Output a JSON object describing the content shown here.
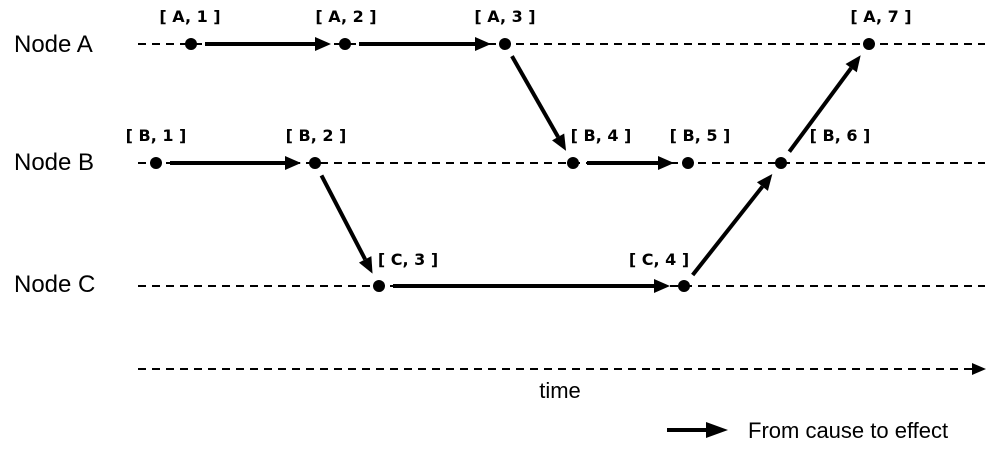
{
  "nodes": [
    {
      "id": "A",
      "label": "Node A"
    },
    {
      "id": "B",
      "label": "Node B"
    },
    {
      "id": "C",
      "label": "Node C"
    }
  ],
  "events": [
    {
      "id": "A1",
      "node": "A",
      "label": "[ A, 1 ]"
    },
    {
      "id": "A2",
      "node": "A",
      "label": "[ A, 2 ]"
    },
    {
      "id": "A3",
      "node": "A",
      "label": "[ A, 3 ]"
    },
    {
      "id": "A7",
      "node": "A",
      "label": "[ A, 7 ]"
    },
    {
      "id": "B1",
      "node": "B",
      "label": "[ B, 1 ]"
    },
    {
      "id": "B2",
      "node": "B",
      "label": "[ B, 2 ]"
    },
    {
      "id": "B4",
      "node": "B",
      "label": "[ B, 4 ]"
    },
    {
      "id": "B5",
      "node": "B",
      "label": "[ B, 5 ]"
    },
    {
      "id": "B6",
      "node": "B",
      "label": "[ B, 6 ]"
    },
    {
      "id": "C3",
      "node": "C",
      "label": "[ C, 3 ]"
    },
    {
      "id": "C4",
      "node": "C",
      "label": "[ C, 4 ]"
    }
  ],
  "edges": [
    {
      "from": "A1",
      "to": "A2"
    },
    {
      "from": "A2",
      "to": "A3"
    },
    {
      "from": "A3",
      "to": "B4"
    },
    {
      "from": "B1",
      "to": "B2"
    },
    {
      "from": "B2",
      "to": "C3"
    },
    {
      "from": "B4",
      "to": "B5"
    },
    {
      "from": "C3",
      "to": "C4"
    },
    {
      "from": "C4",
      "to": "B6"
    },
    {
      "from": "B6",
      "to": "A7"
    }
  ],
  "axis": {
    "label": "time"
  },
  "legend": {
    "label": "From cause to effect"
  }
}
